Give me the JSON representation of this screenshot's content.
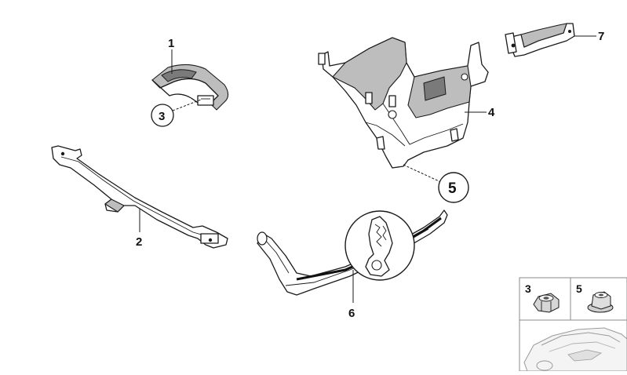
{
  "callouts": {
    "part1": "1",
    "part2": "2",
    "part3": "3",
    "part4": "4",
    "part5": "5",
    "part6": "6",
    "part7": "7"
  },
  "inset": {
    "label_left": "3",
    "label_right": "5"
  }
}
